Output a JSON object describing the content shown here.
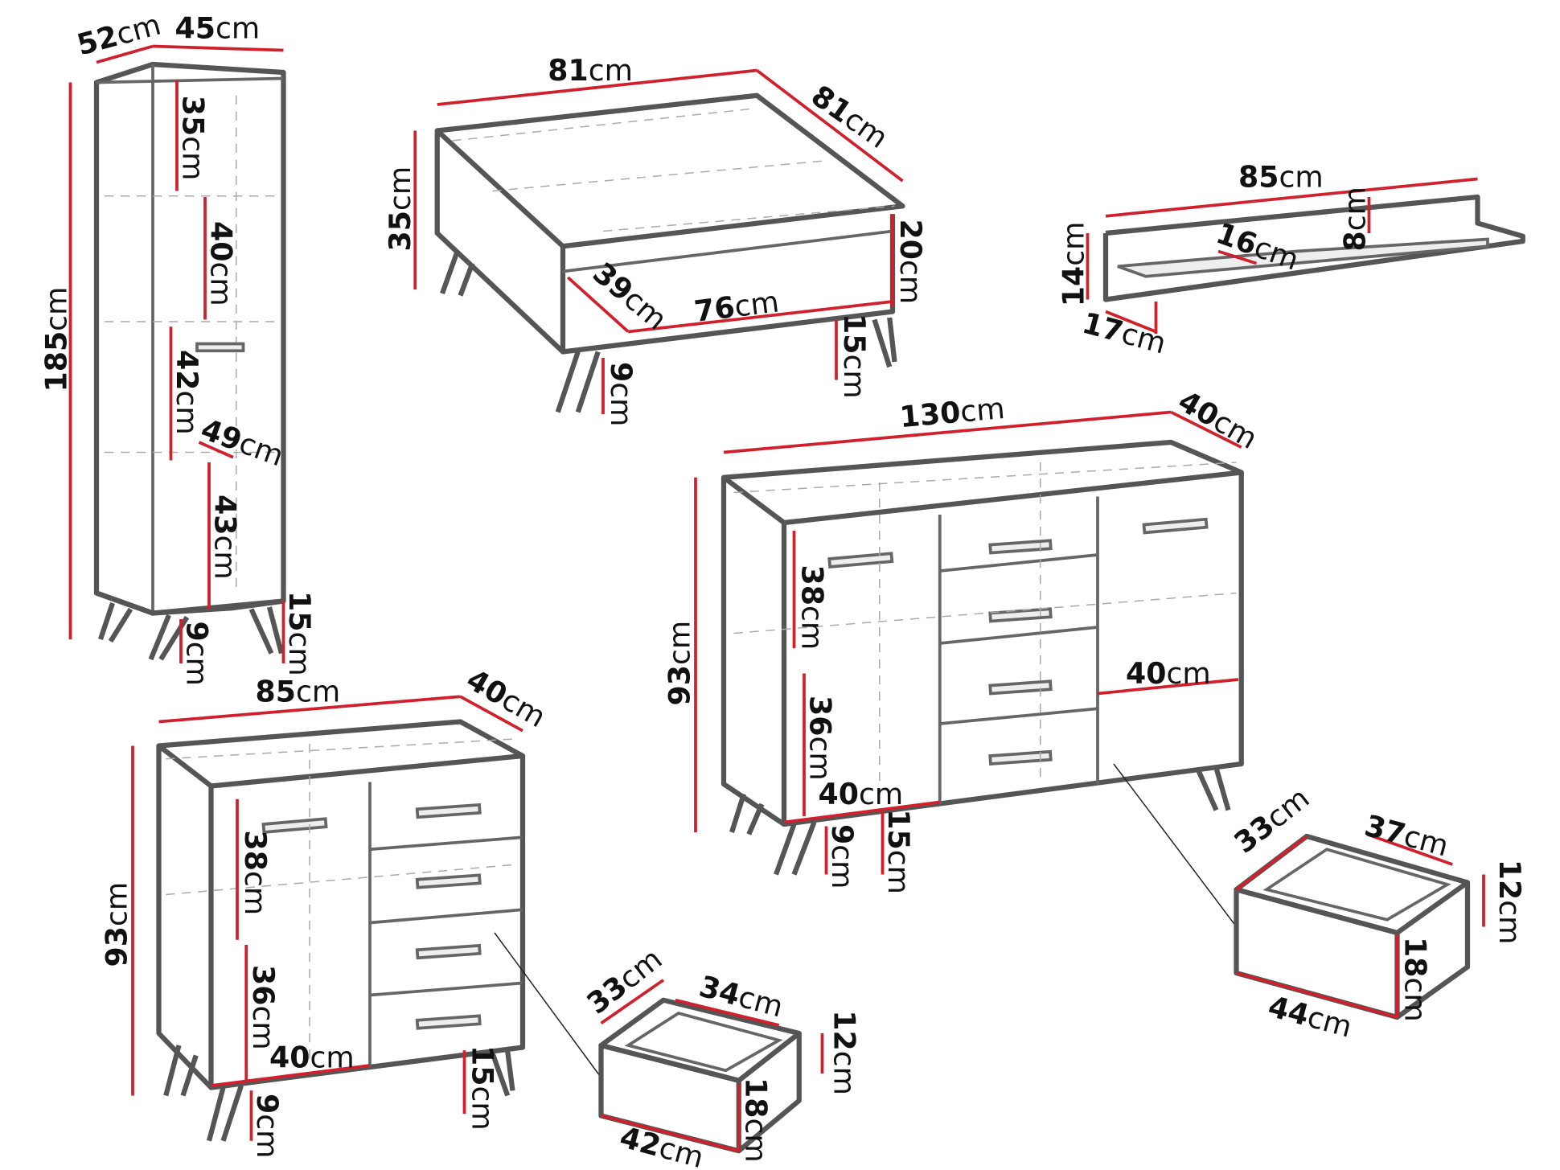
{
  "tall_cabinet": {
    "depth": "52",
    "width": "45",
    "height": "185",
    "shelf1": "35",
    "shelf2": "40",
    "shelf3": "42",
    "inner_depth": "49",
    "shelf4": "43",
    "leg_height": "15",
    "plinth": "9",
    "unit": "cm"
  },
  "coffee_table": {
    "width": "81",
    "depth": "81",
    "height": "35",
    "top_thickness": "20",
    "inner_depth": "39",
    "inner_width": "76",
    "leg_height": "15",
    "plinth": "9",
    "unit": "cm"
  },
  "wall_shelf": {
    "width": "85",
    "top_height": "8",
    "shelf_depth": "16",
    "height": "14",
    "depth": "17",
    "unit": "cm"
  },
  "sideboard": {
    "width": "130",
    "depth": "40",
    "height": "93",
    "upper": "38",
    "door_width": "40",
    "lower": "36",
    "bottom_width": "40",
    "plinth": "9",
    "leg_height": "15",
    "unit": "cm"
  },
  "sideboard_drawer": {
    "depth": "33",
    "inner_width": "37",
    "inner_height": "12",
    "front_height": "18",
    "front_width": "44",
    "unit": "cm"
  },
  "dresser": {
    "width": "85",
    "depth": "40",
    "height": "93",
    "upper": "38",
    "lower": "36",
    "bottom_width": "40",
    "leg_height": "15",
    "plinth": "9",
    "unit": "cm"
  },
  "dresser_drawer": {
    "depth": "33",
    "inner_width": "34",
    "inner_height": "12",
    "front_height": "18",
    "front_width": "42",
    "unit": "cm"
  }
}
